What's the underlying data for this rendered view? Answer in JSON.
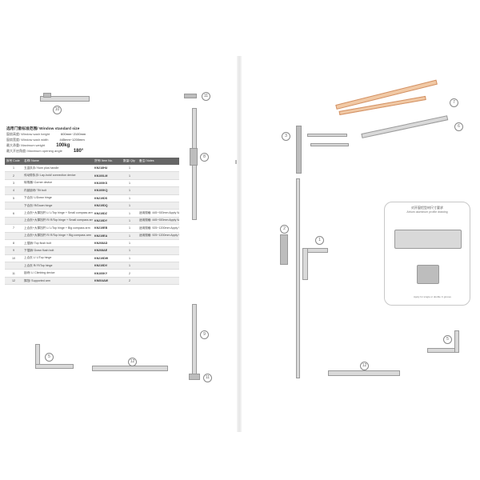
{
  "catalog": {
    "title": "选用门窗标准范围/ Window standard size",
    "specs": [
      {
        "label": "窗扇高度/ Window sash height",
        "value": "600mm~2100mm"
      },
      {
        "label": "窗扇宽度/ Window sash width",
        "value": "445mm~1200mm"
      },
      {
        "label": "最大承重/ Maximum weight",
        "value": "100kg"
      },
      {
        "label": "最大开启角度/ Maximum opening angle",
        "value": "180°"
      }
    ],
    "table": {
      "headers": [
        "序号 Code",
        "名称/ Name",
        "货号/ Item No.",
        "数量/ Qty",
        "备注/ Notes"
      ],
      "rows": [
        [
          "1",
          "五金执手/ Nom plus handle",
          "KN218HU",
          "1",
          ""
        ],
        [
          "2",
          "传动带执手/ Lay-hold/ connection device",
          "KN100LM",
          "1",
          ""
        ],
        [
          "3",
          "转角器/ Corner device",
          "KN100KS",
          "1",
          ""
        ],
        [
          "4",
          "内锁锁块/ Tilt bolt",
          "KN100KQ",
          "1",
          ""
        ],
        [
          "5",
          "下合页/ L/Down hinge",
          "KN219DS",
          "1",
          ""
        ],
        [
          "",
          "下合页/ R/Down hinge",
          "KN219DQ",
          "1",
          ""
        ],
        [
          "6",
          "上合页+大撑挡杆 L/ L/Top hinge + Small compass arm",
          "KN219DZ",
          "1",
          "适用规格: 445~920mm Apply Window sash"
        ],
        [
          "",
          "上合页+大撑挡杆 R/ R/Top hinge + Small compass arm",
          "KN219DY",
          "1",
          "适用规格: 445~920mm Apply Window sash"
        ],
        [
          "7",
          "上合页+大撑挡杆 L/ L/Top hinge + Big compass arm",
          "KN219EB",
          "1",
          "适用规格: 925~1200mm Apply Window sash"
        ],
        [
          "",
          "上合页+大撑挡杆 R/ R/Top hinge + Big compass arm",
          "KN219EA",
          "1",
          "适用规格: 925~1200mm Apply Window sash"
        ],
        [
          "8",
          "上插销/ Top flush bolt",
          "KN208AD",
          "1",
          ""
        ],
        [
          "9",
          "下插销/ Down flush bolt",
          "KN208AE",
          "1",
          ""
        ],
        [
          "10",
          "上合页 L/ L/Top hinge",
          "KN219DW",
          "1",
          ""
        ],
        [
          "",
          "上合页 R/ R/Top hinge",
          "KN219DV",
          "1",
          ""
        ],
        [
          "11",
          "锁块/ L/ Climbing device",
          "KN100KY",
          "2",
          ""
        ],
        [
          "12",
          "撑挡/ Supported arm",
          "KN604AW",
          "2",
          ""
        ]
      ]
    },
    "profile": {
      "title": "对开窗铝型材尺寸要求",
      "subtitle": "Atrium aluminum profile drawing",
      "note": "Apply for single or double C groove"
    },
    "callouts_left": [
      "10",
      "11",
      "8",
      "9",
      "5",
      "12",
      "11"
    ],
    "callouts_right": [
      "7",
      "6",
      "3",
      "2",
      "1",
      "12",
      "5"
    ]
  }
}
